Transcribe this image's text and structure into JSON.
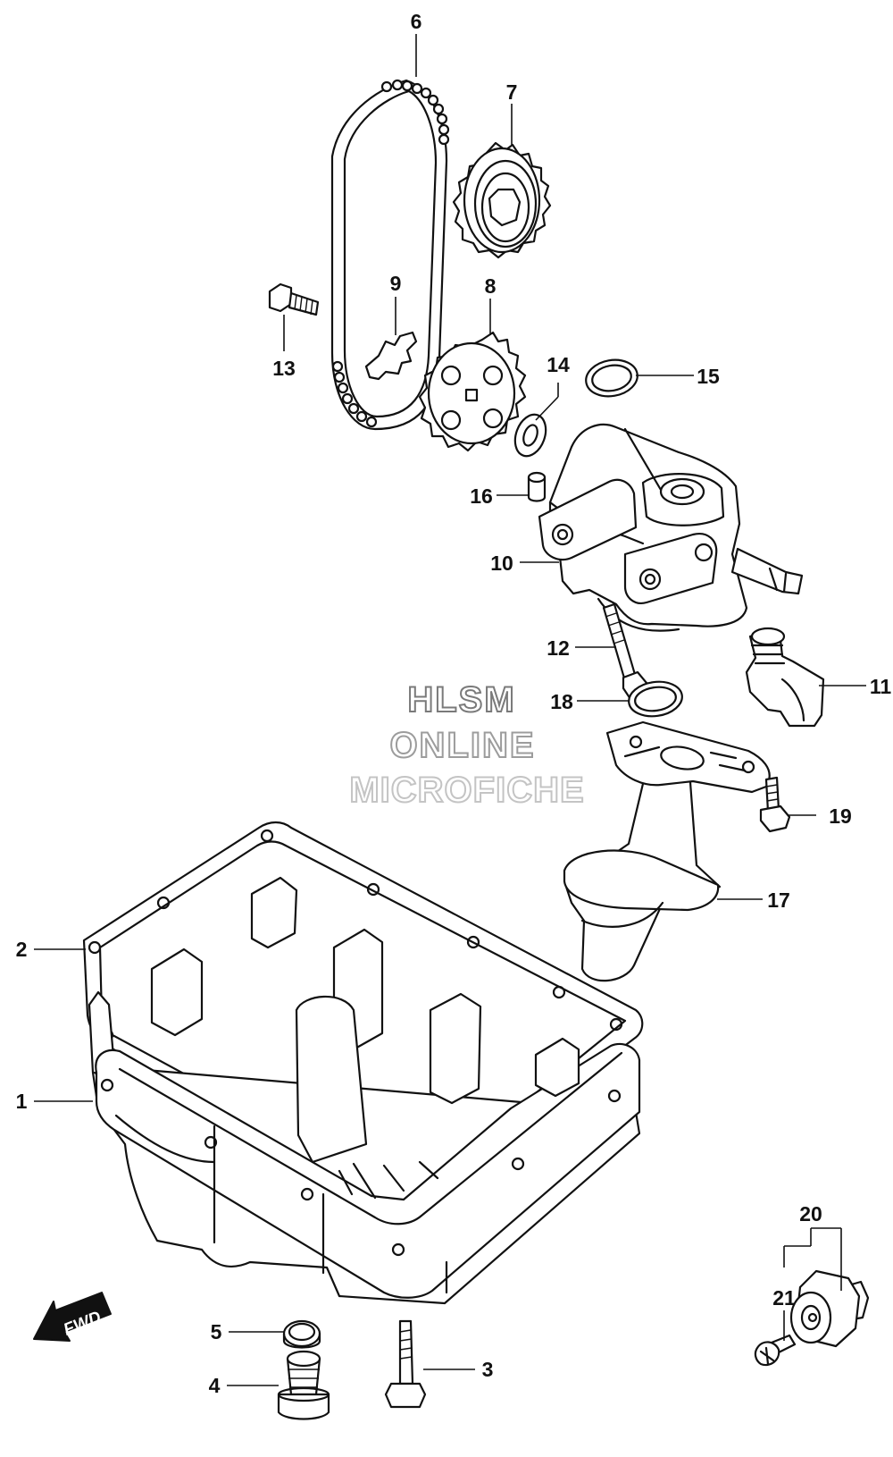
{
  "watermark": {
    "line1": "HLSM",
    "line2": "ONLINE",
    "line3": "MICROFICHE",
    "colors": {
      "line1": "#7a7a7a",
      "line2": "#9c9c9c",
      "line3": "#c4c4c4"
    }
  },
  "fwd_arrow": {
    "label": "FWD",
    "icon": "fwd-arrow-icon"
  },
  "callouts": [
    {
      "label": "1",
      "part": "oil-pan"
    },
    {
      "label": "2",
      "part": "oil-pan-gasket"
    },
    {
      "label": "3",
      "part": "oil-pan-bolt"
    },
    {
      "label": "4",
      "part": "drain-plug"
    },
    {
      "label": "5",
      "part": "drain-plug-gasket"
    },
    {
      "label": "6",
      "part": "oil-pump-chain"
    },
    {
      "label": "7",
      "part": "drive-sprocket"
    },
    {
      "label": "8",
      "part": "driven-sprocket"
    },
    {
      "label": "9",
      "part": "chain-guide"
    },
    {
      "label": "10",
      "part": "oil-pump"
    },
    {
      "label": "11",
      "part": "relief-valve"
    },
    {
      "label": "12",
      "part": "pump-bolt"
    },
    {
      "label": "13",
      "part": "sprocket-bolt"
    },
    {
      "label": "14",
      "part": "sprocket-washer"
    },
    {
      "label": "15",
      "part": "pump-o-ring"
    },
    {
      "label": "16",
      "part": "dowel-pin"
    },
    {
      "label": "17",
      "part": "oil-strainer"
    },
    {
      "label": "18",
      "part": "strainer-o-ring"
    },
    {
      "label": "19",
      "part": "strainer-bolt"
    },
    {
      "label": "20",
      "part": "oil-pressure-switch"
    },
    {
      "label": "21",
      "part": "switch-screw"
    }
  ]
}
